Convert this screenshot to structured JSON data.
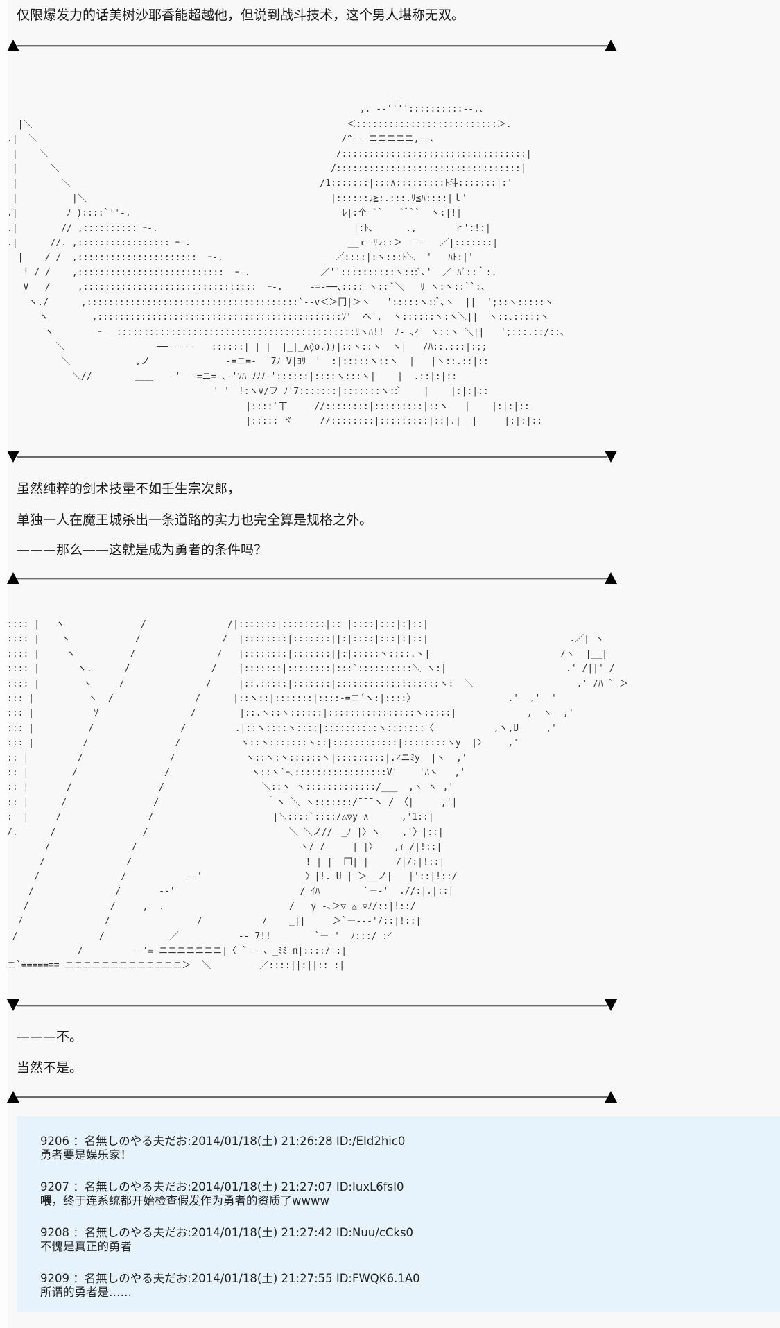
{
  "story": {
    "paragraph_1": "仅限爆发力的话美树沙耶香能超越他，但说到战斗技术，这个男人堪称无双。",
    "paragraph_2": "虽然纯粹的剑术技量不如壬生宗次郎，",
    "paragraph_3": "单独一人在魔王城杀出一条道路的实力也完全算是规格之外。",
    "paragraph_4": "———那么——这就是成为勇者的条件吗？",
    "paragraph_5": "———不。",
    "paragraph_6": "当然不是。"
  },
  "separators": [
    {
      "direction": "up",
      "icon": "triangle-up-icon"
    },
    {
      "direction": "down",
      "icon": "triangle-down-icon"
    },
    {
      "direction": "up",
      "icon": "triangle-up-icon"
    },
    {
      "direction": "down",
      "icon": "triangle-down-icon"
    },
    {
      "direction": "up",
      "icon": "triangle-up-icon"
    }
  ],
  "ascii_art_1": "                                                                       ＿\n                                                                 ,. -‐''''::::::::::‐-.、\n  |＼                                                          ＜::::::::::::::::::::::::::＞.\n.|  ＼                                                        /^‐- ニニニニニ,‐-、\n |    ＼                                                     /::::::::::::::::::::::::::::::::::|\n |      ＼                                                  /::::::::::::::::::::::::::::::::::|\n |        ＼                                              /1:::::::|:::∧:::::::::ﾄ斗:::::::|:'\n |          |＼                                             |::::::ﾘ≧:.:::.ﾘ≦ﾊ::::|ｌ'\n.|         ﾉ )::::`''‐.                                       ﾚ|:个 ``   `ﾞ``  ヽ:|!|\n.|        // ,:::::::::: ｰ-.                                    |:ﾄ､      .,       ｒ':!:|\n.|      //. ,::::::::::::::::: ｰ-.                             __ｒ‐ﾘﾚ::＞  ‐‐   ／|:::::::|\n  |    / /  ,::::::::::::::::::::::  ｰ-.                   ＿／::::|:ヽ:::ﾄ＼  '   ﾊﾄ:|'\n   ! / /    ,:::::::::::::::::::::::::::  ｰ-.             ／''::::::::::ヽ:::ﾞ､'  ／ ﾊﾞ::｀:.\n   V   /     ,::::::::::::::::::::::::::::::::  ｰ-.     ‐=‐──､:::: ヽ:: ﾞ＼   ﾘ ヽ:ヽ::``:､\n    ヽ./      ,:::::::::::::::::::::::::::::::::::::::`‐-v＜＞冂|＞ヽ   ':::::ヽ::ﾞ､ヽ  ||  ';::ヽ:::::ヽ\n      ヽ        ,:::::::::::::::::::::::::::::::::::::::::::::ｿ'  へ',  ヽ::::::ヽ:ヽ＼||  ヽ::､::::;ヽ\n       ヽ        ｰ ＿::::::::::::::::::::::::::::::::::::::::::::ﾘヽﾊ!!  ﾉ‐ ､ｨ  ヽ::ヽ ＼||   ';:::.::/::､\n         ＼                 ──‐‐‐‐‐   ::::::| | |  |_|_∧◊o.))|::ヽ::ヽ  ヽ|   /ﾊ::.:::|:;;\n          ＼            ,ノ              ‐=ニ=‐ ￣7ﾉ V|ﾖﾘ￣'  :|:::::ヽ::ヽ  |   |ヽ::.::|::\n            ＼//        ＿＿   ‐'  -=ニ=-､‐'ｿﾊ ﾉﾉﾉ‐'::::::|::::ヽ:::ヽ|    |  .::|:|::\n                                      ' '￣!:ヽ∇/フ ﾉ'7:::::::|:::::::ヽ::ﾞ    |    |:|:|::\n                                            |::::`丅     //::::::::|:::::::::|::ヽ   |    |:|:|::\n                                            |::::: ヾ     //::::::::|:::::::::|::|.|  |     |:|:|::",
  "ascii_art_2": ":::: |   ヽ              /               /|:::::::|::::::::|:: |::::|:::|:|::|\n:::: |    ヽ            /               /  |::::::::|:::::::||:|::::|:::|:|::|                          .／| ヽ\n:::: |     ヽ          /               /   |::::::::|:::::::||:|:::::ヽ::::.ヽ|                        /ヽ  |__|\n:::: |       ヽ.      /               /    |:::::::|::::::::|:::`::::::::::＼ ヽ:|                      .' /||' /\n:::: |        ヽ     /               /     |::.:::::|:::::::|:::::::::::::::::::ヽ:  ＼                   .' /ﾊ ` ＞\n::: |          ヽ  /               /      |::ヽ::|:::::::|::::‐=ニ´ヽ:|::::〉                 .'  ,'  '\n::: |           ｿ                 /        |::.ヽ::ヽ::::::|::::::::::::::::ヽ:::::|             ,  ヽ  ,'\n::: |          /                /         .|::ヽ::::ヽ::::|::::::::::ヽ:::::::〈           ,ヽ,U     ,'\n::: |         /                /           ヽ::ヽ:::::::ヽ::|::::::::::::|::::::::ヽy  |〉    ,'\n:: |         /                /             ヽ::ヽ:ヽ::::::ヽ|:::::::::|.∠ニﾐy  |ヽ  ,'\n:: |        /                /               ヽ::ヽ`ｰ､:::::::::::::::::V'    'ﾊヽ   ,'\n:: |       /                /                  ＼::ヽ ヽ:::::::::::::/___  ,ヽ ヽ ,'\n:: |      /                /                    ｀ヽ ＼ ヽ:::::::/¯¯¯ヽ / 〈|     ,'|\n:  |     /                /                      |＼::::`::::/△▽y ∧      ,'1::|\n/.      /                /                          ＼ ＼ノ//￣_ﾉ |〉ヽ    ,'〉|::|\n       /               /                              ヽ/ /     | |〉   ,ｨ /|!::|\n      /               /                                ! | |  冂| |     /|/:|!::|\n     /               /           ‐‐'                   〉|!. U | ＞__ノ|   |'::|!::/\n    /               /       ‐‐'                       / ｲﾊ        `ー‐'  .//:|.|::|\n   /               /     ,  .                       /   y ‐､＞▽ △ ▽ﾉ/::|!::/\n  /               /                /           /    _||     ＞`ー‐‐‐'/::|!::|\n /               /            ／           ‐‐ 7!!        `ー '  ﾉ:::/ :ｲ\n             /         ‐‐'≡ ニニニニニニニ|〈 ` ‐ 、_ﾐﾐ π|::::/ :|\nニ`=====≡≡ ニニニニニニニニニニニニニ＞  ＼         ／::::||:||:: :|",
  "comments": [
    {
      "number": "9206",
      "name": "名無しのやる夫だお",
      "date": "2014/01/18(土) 21:26:28",
      "id": "ID:/EId2hic0",
      "header": "9206 ：名無しのやる夫だお:2014/01/18(土) 21:26:28 ID:/EId2hic0",
      "body": "勇者要是娱乐家！"
    },
    {
      "number": "9207",
      "name": "名無しのやる夫だお",
      "date": "2014/01/18(土) 21:27:07",
      "id": "ID:IuxL6fsI0",
      "header": "9207 ：名無しのやる夫だお:2014/01/18(土) 21:27:07 ID:IuxL6fsI0",
      "body_lead": "喂",
      "body": "，终于连系统都开始检查假发作为勇者的资质了wwww"
    },
    {
      "number": "9208",
      "name": "名無しのやる夫だお",
      "date": "2014/01/18(土) 21:27:42",
      "id": "ID:Nuu/cCks0",
      "header": "9208 ：名無しのやる夫だお:2014/01/18(土) 21:27:42 ID:Nuu/cCks0",
      "body": "不愧是真正的勇者"
    },
    {
      "number": "9209",
      "name": "名無しのやる夫だお",
      "date": "2014/01/18(土) 21:27:55",
      "id": "ID:FWQK6.1A0",
      "header": "9209 ：名無しのやる夫だお:2014/01/18(土) 21:27:55 ID:FWQK6.1A0",
      "body": "所谓的勇者是……"
    }
  ],
  "colors": {
    "page_background": "#f8f8f8",
    "comment_background": "#e6f3fc",
    "separator_line": "#6a6a6a",
    "text": "#1a1a1a"
  }
}
